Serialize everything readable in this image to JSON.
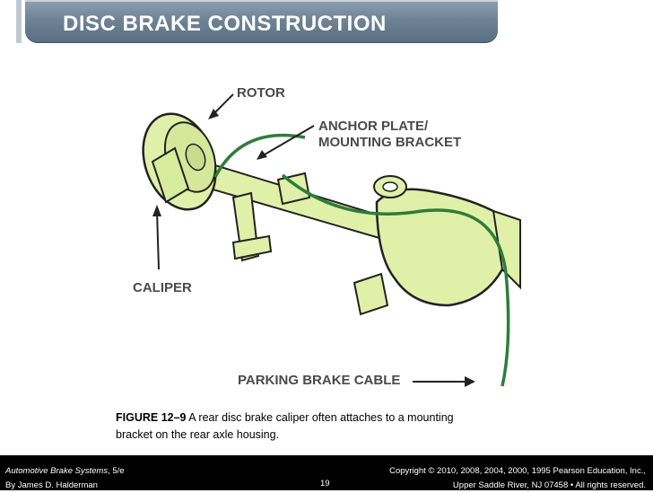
{
  "title": "DISC BRAKE CONSTRUCTION",
  "labels": {
    "rotor": "ROTOR",
    "anchor_line1": "ANCHOR PLATE/",
    "anchor_line2": "MOUNTING BRACKET",
    "caliper": "CALIPER",
    "parking": "PARKING BRAKE CABLE"
  },
  "caption": {
    "figure_no": "FIGURE 12–9",
    "text_line1": " A rear disc brake caliper often attaches to a mounting",
    "text_line2": "bracket on the rear axle housing."
  },
  "footer": {
    "book_title": "Automotive Brake Systems",
    "edition": ", 5/e",
    "author": "By James D. Halderman",
    "page": "19",
    "copyright_line1": "Copyright © 2010, 2008, 2004, 2000, 1995 Pearson Education, Inc.,",
    "copyright_line2": "Upper Saddle River, NJ 07458 • All rights reserved."
  },
  "colors": {
    "title_bar": "#6f8397",
    "part_fill": "#e0f0a8",
    "cable": "#2e7d3a",
    "footer_bg": "#000000"
  }
}
